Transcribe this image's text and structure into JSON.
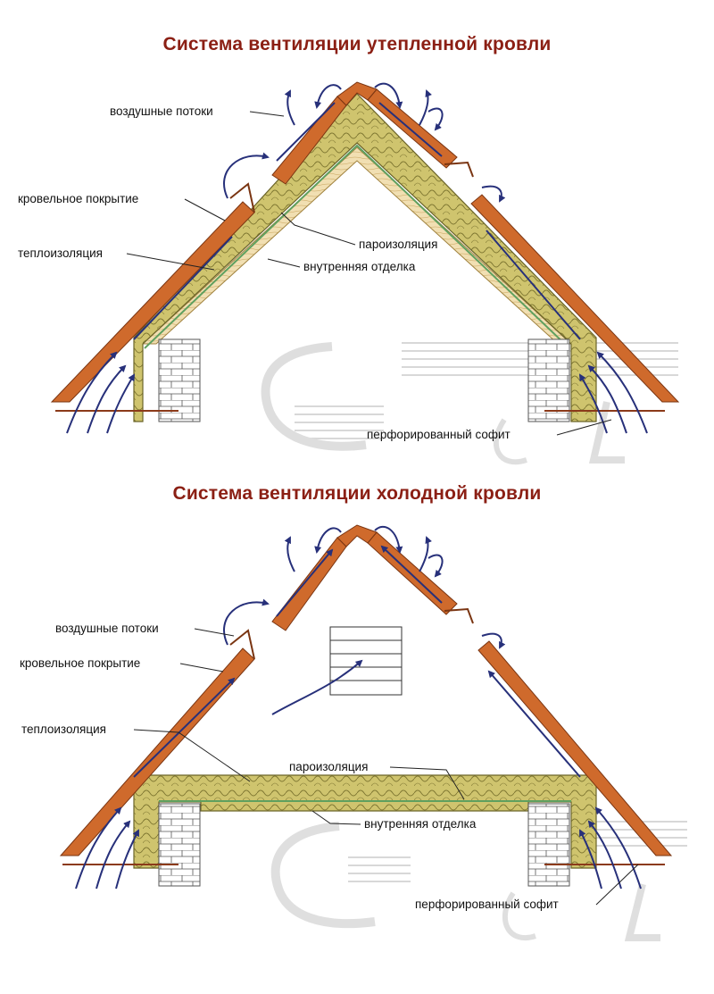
{
  "titles": {
    "warm": "Система вентиляции утепленной кровли",
    "cold": "Система вентиляции холодной кровли"
  },
  "labels": {
    "air_flows": "воздушные потоки",
    "roof_covering": "кровельное покрытие",
    "insulation": "теплоизоляция",
    "vapor_barrier": "пароизоляция",
    "interior_finish": "внутренняя отделка",
    "perforated_soffit": "перфорированный софит"
  },
  "colors": {
    "title": "#8b1f14",
    "roof": "#c8632a",
    "insulation": "#c9c06a",
    "arrow": "#27307a",
    "wood": "#f0dcae",
    "vapor": "#5fa05f"
  }
}
